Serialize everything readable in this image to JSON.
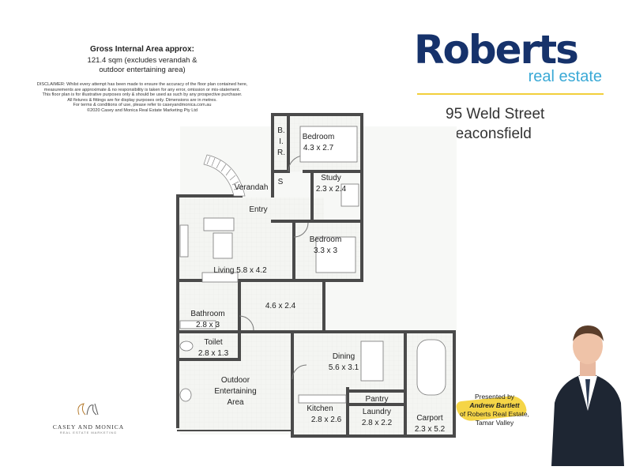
{
  "gia": {
    "title": "Gross Internal Area approx:",
    "line1": "121.4 sqm (excludes verandah &",
    "line2": "outdoor entertaining area)"
  },
  "disclaimer": {
    "l1": "DISCLAIMER: Whilst every attempt has been made to ensure the accuracy of the floor plan contained here,",
    "l2": "measurements are approximate & no responsibility is taken for any error, omission or mis-statement.",
    "l3": "This floor plan is for illustrative purposes only & should be used as such by any prospective purchaser.",
    "l4": "All fixtures & fittings are for display purposes only. Dimensions are in metres.",
    "l5": "For terms & conditions of use, please refer to caseyandmonica.com.au",
    "l6": "©2020 Casey and Monica Real Estate Marketing Pty Ltd"
  },
  "logo": {
    "brand": "Roberts",
    "sub": "real estate"
  },
  "address": {
    "street": "95 Weld Street",
    "suburb": "Beaconsfield"
  },
  "rooms": {
    "bir1": "B.",
    "bir2": "I.",
    "bir3": "R.",
    "bedroom1_name": "Bedroom",
    "bedroom1_dim": "4.3 x 2.7",
    "s": "S",
    "study_name": "Study",
    "study_dim": "2.3 x 2.4",
    "verandah": "Verandah",
    "entry": "Entry",
    "bedroom2_name": "Bedroom",
    "bedroom2_dim": "3.3 x 3",
    "living": "Living 5.8 x 4.2",
    "hall_dim": "4.6 x 2.4",
    "bathroom_name": "Bathroom",
    "bathroom_dim": "2.8 x 3",
    "toilet_name": "Toilet",
    "toilet_dim": "2.8 x 1.3",
    "outdoor1": "Outdoor",
    "outdoor2": "Entertaining",
    "outdoor3": "Area",
    "dining_name": "Dining",
    "dining_dim": "5.6 x 3.1",
    "kitchen_name": "Kitchen",
    "kitchen_dim": "2.8 x 2.6",
    "pantry": "Pantry",
    "laundry_name": "Laundry",
    "laundry_dim": "2.8 x 2.2",
    "carport_name": "Carport",
    "carport_dim": "2.3 x 5.2"
  },
  "presented": {
    "label": "Presented by",
    "agent": "Andrew Bartlett",
    "line2": "of Roberts Real Estate,",
    "line3": "Tamar Valley"
  },
  "marketing": {
    "name": "CASEY AND MONICA",
    "sub": "REAL ESTATE MARKETING"
  },
  "colors": {
    "brand_navy": "#16326b",
    "brand_blue": "#3aa9d6",
    "accent_gold": "#f2cf3b",
    "wall": "#4a4a4a"
  }
}
